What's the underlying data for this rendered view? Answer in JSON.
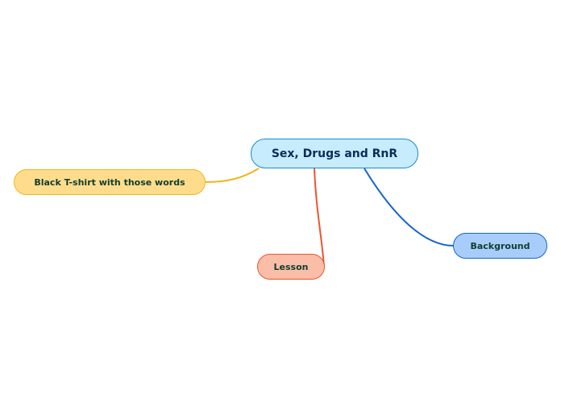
{
  "mindmap": {
    "central": {
      "label": "Sex, Drugs and RnR"
    },
    "topics": [
      {
        "label": "Black T-shirt with those words",
        "color": "#f2b51c",
        "fill": "#fedc8c"
      },
      {
        "label": "Lesson",
        "color": "#e9562f",
        "fill": "#f9bda8"
      },
      {
        "label": "Background",
        "color": "#1464cc",
        "fill": "#a9cdfb"
      }
    ]
  }
}
